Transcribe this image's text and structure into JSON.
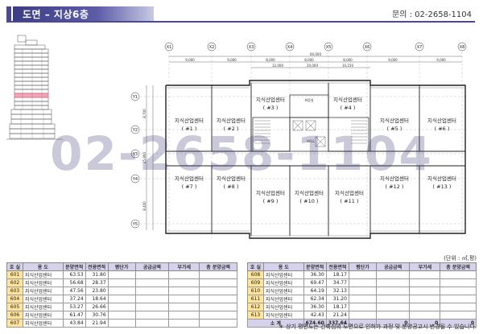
{
  "header": {
    "title": "도면 – 지상6층",
    "contact": "문의 : 02-2658-1104"
  },
  "watermark": "02-2658-1104",
  "plan": {
    "grid_x": [
      "X1",
      "X2",
      "X3",
      "X4",
      "X5",
      "X6",
      "X7",
      "X8"
    ],
    "grid_y": [
      "Y1",
      "Y2",
      "Y3",
      "Y4",
      "Y5"
    ],
    "overall_dim": "60,000",
    "bay_dims": [
      "9,000",
      "9,000",
      "8,000",
      "8,000",
      "8,000",
      "9,000",
      "9,000"
    ],
    "core_dims": [
      "12,000",
      "20,000",
      "10,150"
    ],
    "side_dims": [
      "8,700",
      "25,800",
      "8,400"
    ],
    "rooms": [
      {
        "name": "지식산업센터",
        "num": "( #1 )"
      },
      {
        "name": "지식산업센터",
        "num": "( #2 )"
      },
      {
        "name": "지식산업센터",
        "num": "( #3 )"
      },
      {
        "name": "지식산업센터",
        "num": "( #4 )"
      },
      {
        "name": "지식산업센터",
        "num": "( #5 )"
      },
      {
        "name": "지식산업센터",
        "num": "( #6 )"
      },
      {
        "name": "지식산업센터",
        "num": "( #7 )"
      },
      {
        "name": "지식산업센터",
        "num": "( #8 )"
      },
      {
        "name": "지식산업센터",
        "num": "( #9 )"
      },
      {
        "name": "지식산업센터",
        "num": "( #10 )"
      },
      {
        "name": "지식산업센터",
        "num": "( #11 )"
      },
      {
        "name": "지식산업센터",
        "num": "( #12 )"
      },
      {
        "name": "지식산업센터",
        "num": "( #13 )"
      }
    ],
    "core_labels": [
      "화장실",
      "HALL"
    ]
  },
  "unit_note": "(단위 : ㎡,평)",
  "table_headers": [
    "호 실",
    "용 도",
    "분양면적",
    "전용면적",
    "평단가",
    "공급금액",
    "부가세",
    "총 분양금액"
  ],
  "table_left": [
    {
      "unit": "601",
      "use": "지식산업센터",
      "sale_area": "63.53",
      "excl_area": "31.80"
    },
    {
      "unit": "602",
      "use": "지식산업센터",
      "sale_area": "56.68",
      "excl_area": "28.37"
    },
    {
      "unit": "603",
      "use": "지식산업센터",
      "sale_area": "47.56",
      "excl_area": "23.80"
    },
    {
      "unit": "604",
      "use": "지식산업센터",
      "sale_area": "37.24",
      "excl_area": "18.64"
    },
    {
      "unit": "605",
      "use": "지식산업센터",
      "sale_area": "53.27",
      "excl_area": "26.66"
    },
    {
      "unit": "606",
      "use": "지식산업센터",
      "sale_area": "61.47",
      "excl_area": "30.76"
    },
    {
      "unit": "607",
      "use": "지식산업센터",
      "sale_area": "43.84",
      "excl_area": "21.94"
    }
  ],
  "table_right": [
    {
      "unit": "608",
      "use": "지식산업센터",
      "sale_area": "36.30",
      "excl_area": "18.17"
    },
    {
      "unit": "609",
      "use": "지식산업센터",
      "sale_area": "69.47",
      "excl_area": "34.77"
    },
    {
      "unit": "610",
      "use": "지식산업센터",
      "sale_area": "64.19",
      "excl_area": "32.13"
    },
    {
      "unit": "611",
      "use": "지식산업센터",
      "sale_area": "62.34",
      "excl_area": "31.20"
    },
    {
      "unit": "612",
      "use": "지식산업센터",
      "sale_area": "36.30",
      "excl_area": "18.17"
    },
    {
      "unit": "613",
      "use": "지식산업센터",
      "sale_area": "42.43",
      "excl_area": "21.24"
    }
  ],
  "table_total": {
    "label": "소 계",
    "sale_area": "674.60",
    "excl_area": "337.64",
    "price": "",
    "supply": "0",
    "vat": "0",
    "total": "0"
  },
  "footnote": "＊ 상기 평면도는 건축심의 도면으로 인허가 과정 및 분양공고시 변경될 수 있습니다.",
  "colors": {
    "accent": "#4a4a8c",
    "header_cell": "#d7d2ec",
    "unit_cell": "#ffe49a",
    "highlight_floor": "#f4a6b4"
  }
}
